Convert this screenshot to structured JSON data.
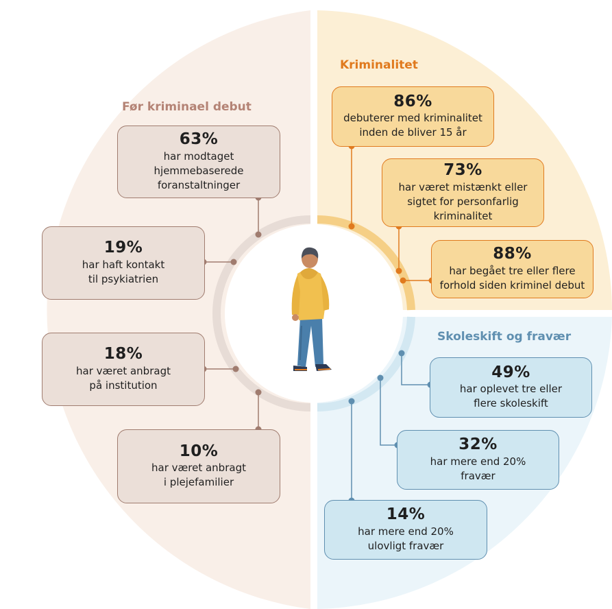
{
  "sections": {
    "before": {
      "title": "Før kriminael debut",
      "color": "#b48375",
      "items": [
        {
          "pct": "63%",
          "desc": [
            "har modtaget",
            "hjemmebaserede",
            "foranstaltninger"
          ]
        },
        {
          "pct": "19%",
          "desc": [
            "har haft kontakt",
            "til psykiatrien"
          ]
        },
        {
          "pct": "18%",
          "desc": [
            "har været anbragt",
            "på institution"
          ]
        },
        {
          "pct": "10%",
          "desc": [
            "har været anbragt",
            "i plejefamilier"
          ]
        }
      ]
    },
    "crime": {
      "title": "Kriminalitet",
      "color": "#e07a1e",
      "items": [
        {
          "pct": "86%",
          "desc": [
            "debuterer med kriminalitet",
            "inden de bliver 15 år"
          ]
        },
        {
          "pct": "73%",
          "desc": [
            "har været mistænkt eller",
            "sigtet for personfarlig",
            "kriminalitet"
          ]
        },
        {
          "pct": "88%",
          "desc": [
            "har begået tre eller flere",
            "forhold siden kriminel debut"
          ]
        }
      ]
    },
    "school": {
      "title": "Skoleskift og fravær",
      "color": "#5f8fb0",
      "items": [
        {
          "pct": "49%",
          "desc": [
            "har oplevet tre eller",
            "flere skoleskift"
          ]
        },
        {
          "pct": "32%",
          "desc": [
            "har mere end 20%",
            "fravær"
          ]
        },
        {
          "pct": "14%",
          "desc": [
            "har mere end 20%",
            "ulovligt fravær"
          ]
        }
      ]
    }
  },
  "center_icon": "young-person-icon"
}
